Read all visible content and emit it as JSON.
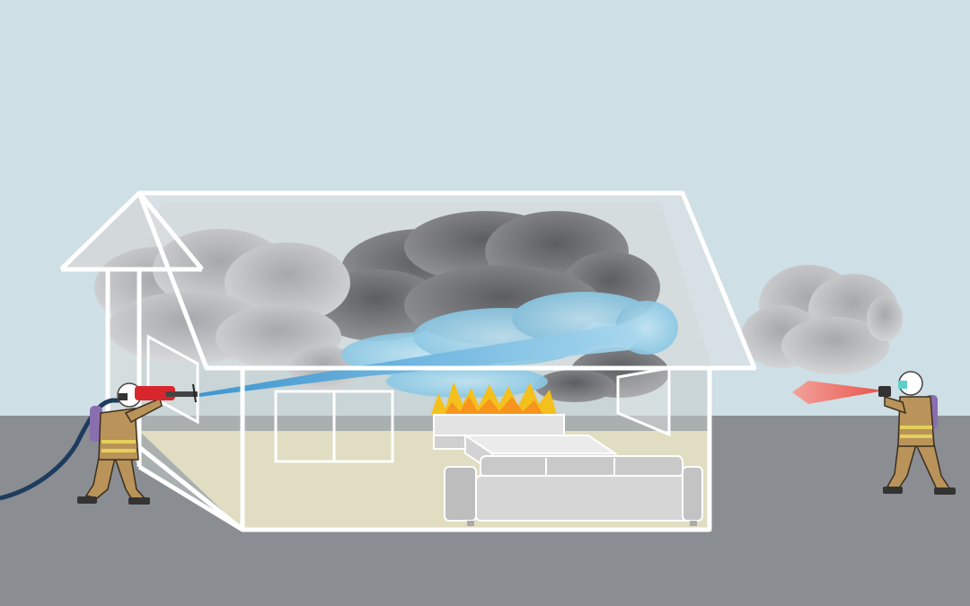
{
  "scene": {
    "subject": "house-fire-suppression-illustration",
    "colors": {
      "sky": "#cfdfe6",
      "ground": "#8a8d92",
      "house_outline": "#ffffff",
      "floor": "#e6e2c4",
      "smoke_dark": "#6f7072",
      "smoke_light": "#c9cacc",
      "water_jet": "#5fb6dd",
      "thermal_beam": "#e8524a",
      "flame": "#f4c01c",
      "furniture": "#d9d9d9",
      "firefighter_suit": "#b9935a",
      "helmet": "#ffffff",
      "air_tank": "#8a6fb0",
      "nozzle": "#d8262d",
      "hose": "#1d3c5e"
    },
    "elements": {
      "left_figure": "firefighter-with-hose-nozzle",
      "right_figure": "firefighter-with-thermal-camera",
      "structure": "transparent-house-cutaway",
      "hazard": "fire-and-smoke",
      "furniture": [
        "sofa",
        "coffee-table",
        "side-cabinet"
      ]
    }
  }
}
